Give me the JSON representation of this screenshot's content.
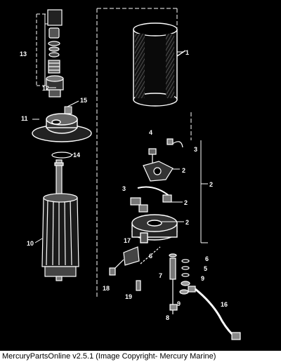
{
  "diagram": {
    "callouts": [
      "1",
      "2",
      "2",
      "2",
      "2",
      "3",
      "3",
      "4",
      "5",
      "6",
      "6",
      "7",
      "8",
      "9",
      "9",
      "10",
      "11",
      "12",
      "13",
      "14",
      "15",
      "16",
      "17",
      "18",
      "19"
    ]
  },
  "caption": "MercuryPartsOnline v2.5.1 (Image Copyright- Mercury Marine)",
  "colors": {
    "background": "#000000",
    "line": "#ffffff",
    "caption_bg": "#ffffff",
    "caption_text": "#000000"
  }
}
